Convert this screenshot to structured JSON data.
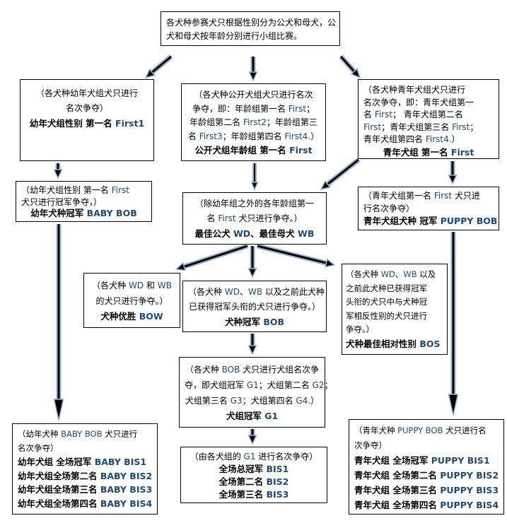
{
  "diagram": {
    "title": "犬展比赛名次与冠军头衔流程图",
    "colors": {
      "background": "#FFFFFF",
      "box_border": "#000000",
      "chinese_text": "#000000",
      "latin_text": "#1F497D",
      "arrow_core": "#000000",
      "arrow_outline": "#95B3D7"
    },
    "nodes": {
      "intro": {
        "lines": [
          {
            "style": "desc",
            "parts": [
              {
                "t": "各犬种参赛犬只根据性别分为公犬和母犬，公",
                "lang": "zh"
              }
            ]
          },
          {
            "style": "desc",
            "parts": [
              {
                "t": "犬和母犬按年龄分别进行小组比赛。",
                "lang": "zh"
              }
            ]
          }
        ]
      },
      "baby_group": {
        "lines": [
          {
            "style": "desc",
            "parts": [
              {
                "t": "（各犬种幼年犬组犬只进行",
                "lang": "zh"
              }
            ]
          },
          {
            "style": "desc",
            "parts": [
              {
                "t": "名次争夺）",
                "lang": "zh"
              }
            ]
          },
          {
            "style": "bold",
            "parts": [
              {
                "t": "幼年犬组性别 第一名 ",
                "lang": "zh"
              },
              {
                "t": "First1",
                "lang": "en"
              }
            ]
          }
        ]
      },
      "open_group": {
        "lines": [
          {
            "style": "desc",
            "parts": [
              {
                "t": "（各犬种公开犬组犬只进行名次",
                "lang": "zh"
              }
            ]
          },
          {
            "style": "desc",
            "parts": [
              {
                "t": "争夺，即：年龄组第一名 ",
                "lang": "zh"
              },
              {
                "t": "First",
                "lang": "en"
              },
              {
                "t": "；",
                "lang": "zh"
              }
            ]
          },
          {
            "style": "desc",
            "parts": [
              {
                "t": "年龄组第二名 ",
                "lang": "zh"
              },
              {
                "t": "First2",
                "lang": "en"
              },
              {
                "t": "；年龄组第三",
                "lang": "zh"
              }
            ]
          },
          {
            "style": "desc",
            "parts": [
              {
                "t": "名 ",
                "lang": "zh"
              },
              {
                "t": "First3",
                "lang": "en"
              },
              {
                "t": "；年龄组第四名 ",
                "lang": "zh"
              },
              {
                "t": "First4.",
                "lang": "en"
              },
              {
                "t": "）",
                "lang": "zh"
              }
            ]
          },
          {
            "style": "bold",
            "parts": [
              {
                "t": "公开犬组年龄组 第一名 ",
                "lang": "zh"
              },
              {
                "t": "First",
                "lang": "en"
              }
            ]
          }
        ]
      },
      "puppy_group": {
        "lines": [
          {
            "style": "desc",
            "parts": [
              {
                "t": "（各犬种青年犬组犬只进行",
                "lang": "zh"
              }
            ]
          },
          {
            "style": "desc",
            "parts": [
              {
                "t": "名次争夺，即：青年犬组第一",
                "lang": "zh"
              }
            ]
          },
          {
            "style": "desc",
            "parts": [
              {
                "t": "名 ",
                "lang": "zh"
              },
              {
                "t": "First",
                "lang": "en"
              },
              {
                "t": "； 青年犬组第二名",
                "lang": "zh"
              }
            ]
          },
          {
            "style": "desc",
            "parts": [
              {
                "t": "First",
                "lang": "en"
              },
              {
                "t": "；青年犬组第三名 ",
                "lang": "zh"
              },
              {
                "t": "First",
                "lang": "en"
              },
              {
                "t": "；",
                "lang": "zh"
              }
            ]
          },
          {
            "style": "desc",
            "parts": [
              {
                "t": "青年犬组第四名 ",
                "lang": "zh"
              },
              {
                "t": "First4.",
                "lang": "en"
              },
              {
                "t": "）",
                "lang": "zh"
              }
            ]
          },
          {
            "style": "bold",
            "align": "center",
            "parts": [
              {
                "t": "青年犬组 第一名 ",
                "lang": "zh"
              },
              {
                "t": "First",
                "lang": "en"
              }
            ]
          }
        ]
      },
      "baby_bob": {
        "lines": [
          {
            "style": "desc",
            "parts": [
              {
                "t": "（幼年犬组性别 第一名 ",
                "lang": "zh"
              },
              {
                "t": "First",
                "lang": "en"
              }
            ]
          },
          {
            "style": "desc",
            "parts": [
              {
                "t": "犬只进行冠军争夺，）",
                "lang": "zh"
              }
            ]
          },
          {
            "style": "bold",
            "align": "center",
            "parts": [
              {
                "t": "幼年犬种冠军 ",
                "lang": "zh"
              },
              {
                "t": "BABY BOB",
                "lang": "en"
              }
            ]
          }
        ]
      },
      "wd_wb": {
        "lines": [
          {
            "style": "desc",
            "parts": [
              {
                "t": "（除幼年组之外的各年龄组第一",
                "lang": "zh"
              }
            ]
          },
          {
            "style": "desc",
            "parts": [
              {
                "t": "名 ",
                "lang": "zh"
              },
              {
                "t": "First",
                "lang": "en"
              },
              {
                "t": " 犬只进行争夺。）",
                "lang": "zh"
              }
            ]
          },
          {
            "style": "bold",
            "parts": [
              {
                "t": "最佳公犬 ",
                "lang": "zh"
              },
              {
                "t": "WD",
                "lang": "en"
              },
              {
                "t": "、最佳母犬 ",
                "lang": "zh"
              },
              {
                "t": "WB",
                "lang": "en"
              }
            ]
          }
        ]
      },
      "puppy_bob": {
        "lines": [
          {
            "style": "desc",
            "parts": [
              {
                "t": "（青年犬组第一名 ",
                "lang": "zh"
              },
              {
                "t": "First",
                "lang": "en"
              },
              {
                "t": " 犬只进",
                "lang": "zh"
              }
            ]
          },
          {
            "style": "desc",
            "parts": [
              {
                "t": "行名次争夺）",
                "lang": "zh"
              }
            ]
          },
          {
            "style": "bold",
            "parts": [
              {
                "t": "青年犬组犬种 冠军 ",
                "lang": "zh"
              },
              {
                "t": "PUPPY BOB",
                "lang": "en"
              }
            ]
          }
        ]
      },
      "bow": {
        "lines": [
          {
            "style": "desc",
            "parts": [
              {
                "t": "（各犬种 ",
                "lang": "zh"
              },
              {
                "t": "WD",
                "lang": "en"
              },
              {
                "t": " 和 ",
                "lang": "zh"
              },
              {
                "t": "WB",
                "lang": "en"
              }
            ]
          },
          {
            "style": "desc",
            "parts": [
              {
                "t": "的犬只进行争夺。）",
                "lang": "zh"
              }
            ]
          },
          {
            "style": "bold",
            "parts": [
              {
                "t": "犬种优胜 ",
                "lang": "zh"
              },
              {
                "t": "BOW",
                "lang": "en"
              }
            ]
          }
        ]
      },
      "bob": {
        "lines": [
          {
            "style": "desc",
            "parts": [
              {
                "t": "（各犬种 ",
                "lang": "zh"
              },
              {
                "t": "WD",
                "lang": "en"
              },
              {
                "t": "、",
                "lang": "zh"
              },
              {
                "t": "WB",
                "lang": "en"
              },
              {
                "t": " 以及之前此犬种",
                "lang": "zh"
              }
            ]
          },
          {
            "style": "desc",
            "parts": [
              {
                "t": "已获得冠军头衔的犬只进行争夺。）",
                "lang": "zh"
              }
            ]
          },
          {
            "style": "bold",
            "parts": [
              {
                "t": "犬种冠军 ",
                "lang": "zh"
              },
              {
                "t": "BOB",
                "lang": "en"
              }
            ]
          }
        ]
      },
      "bos": {
        "lines": [
          {
            "style": "desc",
            "parts": [
              {
                "t": "（各犬种 ",
                "lang": "zh"
              },
              {
                "t": "WD",
                "lang": "en"
              },
              {
                "t": "、",
                "lang": "zh"
              },
              {
                "t": "WB",
                "lang": "en"
              },
              {
                "t": " 以及",
                "lang": "zh"
              }
            ]
          },
          {
            "style": "desc",
            "parts": [
              {
                "t": "之前此犬种已获得冠军",
                "lang": "zh"
              }
            ]
          },
          {
            "style": "desc",
            "parts": [
              {
                "t": "头衔的犬只中与犬种冠",
                "lang": "zh"
              }
            ]
          },
          {
            "style": "desc",
            "parts": [
              {
                "t": "军相反性别的犬只进行",
                "lang": "zh"
              }
            ]
          },
          {
            "style": "desc",
            "parts": [
              {
                "t": "争夺。）",
                "lang": "zh"
              }
            ]
          },
          {
            "style": "bold",
            "parts": [
              {
                "t": "犬种最佳相对性别 ",
                "lang": "zh"
              },
              {
                "t": "BOS",
                "lang": "en"
              }
            ]
          }
        ]
      },
      "g1": {
        "lines": [
          {
            "style": "desc",
            "parts": [
              {
                "t": "（各犬种 ",
                "lang": "zh"
              },
              {
                "t": "BOB",
                "lang": "en"
              },
              {
                "t": " 犬只进行犬组名次争",
                "lang": "zh"
              }
            ]
          },
          {
            "style": "desc",
            "parts": [
              {
                "t": "夺，即犬组冠军 ",
                "lang": "zh"
              },
              {
                "t": "G1",
                "lang": "en"
              },
              {
                "t": "；犬组第二名 ",
                "lang": "zh"
              },
              {
                "t": "G2",
                "lang": "en"
              },
              {
                "t": "；",
                "lang": "zh"
              }
            ]
          },
          {
            "style": "desc",
            "parts": [
              {
                "t": "犬组第三名 ",
                "lang": "zh"
              },
              {
                "t": "G3",
                "lang": "en"
              },
              {
                "t": "；犬组第四名 ",
                "lang": "zh"
              },
              {
                "t": "G4.",
                "lang": "en"
              },
              {
                "t": "）",
                "lang": "zh"
              }
            ]
          },
          {
            "style": "bold",
            "parts": [
              {
                "t": "犬组冠军 ",
                "lang": "zh"
              },
              {
                "t": "G1",
                "lang": "en"
              }
            ]
          }
        ]
      },
      "baby_bis": {
        "lines": [
          {
            "style": "desc",
            "parts": [
              {
                "t": "（幼年犬种 ",
                "lang": "zh"
              },
              {
                "t": "BABY BOB",
                "lang": "en"
              },
              {
                "t": " 犬只进行",
                "lang": "zh"
              }
            ]
          },
          {
            "style": "desc",
            "parts": [
              {
                "t": "名次争夺）",
                "lang": "zh"
              }
            ]
          },
          {
            "style": "bold",
            "parts": [
              {
                "t": "幼年犬组 全场冠军  ",
                "lang": "zh"
              },
              {
                "t": "BABY BIS1",
                "lang": "en"
              }
            ]
          },
          {
            "style": "bold",
            "parts": [
              {
                "t": "幼年犬组全场第二名 ",
                "lang": "zh"
              },
              {
                "t": "BABY BIS2",
                "lang": "en"
              }
            ]
          },
          {
            "style": "bold",
            "parts": [
              {
                "t": "幼年犬组全场第三名 ",
                "lang": "zh"
              },
              {
                "t": "BABY BIS3",
                "lang": "en"
              }
            ]
          },
          {
            "style": "bold",
            "parts": [
              {
                "t": "幼年犬组全场第四名 ",
                "lang": "zh"
              },
              {
                "t": "BABY BIS4",
                "lang": "en"
              }
            ]
          }
        ]
      },
      "bis": {
        "lines": [
          {
            "style": "desc",
            "parts": [
              {
                "t": "（由各犬组的 ",
                "lang": "zh"
              },
              {
                "t": "G1",
                "lang": "en"
              },
              {
                "t": " 进行名次争夺）",
                "lang": "zh"
              }
            ]
          },
          {
            "style": "bold",
            "parts": [
              {
                "t": "全场总冠军 ",
                "lang": "zh"
              },
              {
                "t": "BIS1",
                "lang": "en"
              }
            ]
          },
          {
            "style": "bold",
            "parts": [
              {
                "t": "全场第二名 ",
                "lang": "zh"
              },
              {
                "t": "BIS2",
                "lang": "en"
              }
            ]
          },
          {
            "style": "bold",
            "parts": [
              {
                "t": "全场第三名 ",
                "lang": "zh"
              },
              {
                "t": "BIS3",
                "lang": "en"
              }
            ]
          }
        ]
      },
      "puppy_bis": {
        "lines": [
          {
            "style": "desc",
            "parts": [
              {
                "t": "（青年犬种 ",
                "lang": "zh"
              },
              {
                "t": "PUPPY BOB",
                "lang": "en"
              },
              {
                "t": " 犬只进行名",
                "lang": "zh"
              }
            ]
          },
          {
            "style": "desc",
            "parts": [
              {
                "t": "次争夺）",
                "lang": "zh"
              }
            ]
          },
          {
            "style": "bold",
            "parts": [
              {
                "t": "青年犬组  全场冠军 ",
                "lang": "zh"
              },
              {
                "t": "PUPPY BIS1",
                "lang": "en"
              }
            ]
          },
          {
            "style": "bold",
            "parts": [
              {
                "t": "青年犬组 全场第二名 ",
                "lang": "zh"
              },
              {
                "t": "PUPPY BIS2",
                "lang": "en"
              }
            ]
          },
          {
            "style": "bold",
            "parts": [
              {
                "t": "青年犬组 全场第三名 ",
                "lang": "zh"
              },
              {
                "t": "PUPPY BIS3",
                "lang": "en"
              }
            ]
          },
          {
            "style": "bold",
            "parts": [
              {
                "t": "青年犬组 全场第四名 ",
                "lang": "zh"
              },
              {
                "t": "PUPPY BIS4",
                "lang": "en"
              }
            ]
          }
        ]
      }
    },
    "edges": [
      {
        "id": "intro-baby",
        "from": "intro",
        "to": "baby_group"
      },
      {
        "id": "intro-open",
        "from": "intro",
        "to": "open_group"
      },
      {
        "id": "intro-puppy",
        "from": "intro",
        "to": "puppy_group"
      },
      {
        "id": "baby-babybob",
        "from": "baby_group",
        "to": "baby_bob"
      },
      {
        "id": "open-wdwb",
        "from": "open_group",
        "to": "wd_wb"
      },
      {
        "id": "puppy-wdwb",
        "from": "puppy_group",
        "to": "wd_wb"
      },
      {
        "id": "puppy-puppybob",
        "from": "puppy_group",
        "to": "puppy_bob"
      },
      {
        "id": "babybob-babybis",
        "from": "baby_bob",
        "to": "baby_bis"
      },
      {
        "id": "wdwb-bow",
        "from": "wd_wb",
        "to": "bow"
      },
      {
        "id": "wdwb-bob",
        "from": "wd_wb",
        "to": "bob"
      },
      {
        "id": "wdwb-bos",
        "from": "wd_wb",
        "to": "bos"
      },
      {
        "id": "bob-g1",
        "from": "bob",
        "to": "g1"
      },
      {
        "id": "g1-bis",
        "from": "g1",
        "to": "bis"
      },
      {
        "id": "puppybob-puppybis",
        "from": "puppy_bob",
        "to": "puppy_bis"
      }
    ]
  }
}
